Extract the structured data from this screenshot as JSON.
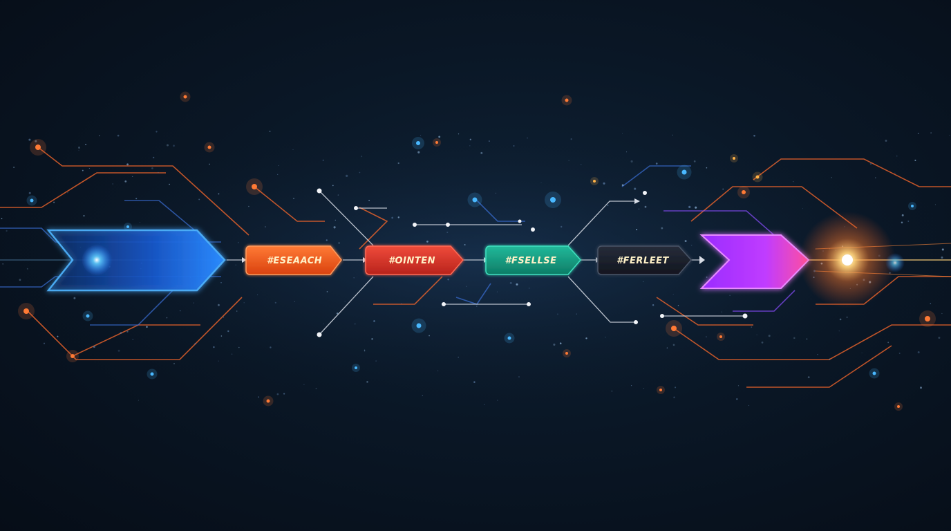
{
  "diagram": {
    "type": "flow",
    "stages": [
      {
        "label": "",
        "color": "#2a7bff",
        "kind": "source-arrow"
      },
      {
        "label": "#ESEAACH",
        "color": "#ff5a1f",
        "kind": "pill"
      },
      {
        "label": "#OINTEN",
        "color": "#e2392c",
        "kind": "pill"
      },
      {
        "label": "#FSELLSE",
        "color": "#17a88a",
        "kind": "pill"
      },
      {
        "label": "#FERLEET",
        "color": "#1a1f2c",
        "kind": "pill"
      },
      {
        "label": "",
        "color": "#c03cff",
        "kind": "target-arrow"
      }
    ],
    "palette": {
      "background": "#0a1726",
      "circuit_orange": "#ff6a2b",
      "circuit_blue": "#3a6fd6",
      "connector": "#d8dde6",
      "flare": "#ffb347",
      "label_text": "#fff2c8"
    }
  }
}
